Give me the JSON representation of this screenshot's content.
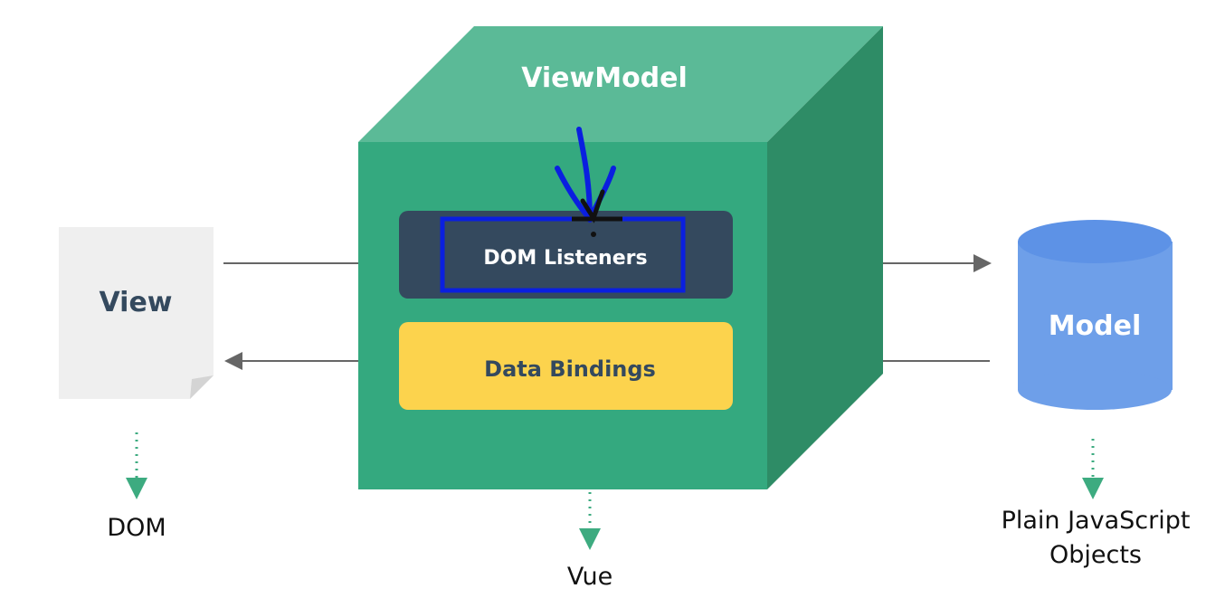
{
  "cube": {
    "title": "ViewModel",
    "caption": "Vue",
    "top_color": "#5bba97",
    "front_color": "#34a97f",
    "side_color": "#2e8c66"
  },
  "dom_listeners": {
    "label": "DOM Listeners",
    "bg_color": "#34495e",
    "highlight_color": "#0a1fe0"
  },
  "data_bindings": {
    "label": "Data Bindings",
    "bg_color": "#fcd34d",
    "text_color": "#34495e"
  },
  "view": {
    "label": "View",
    "caption": "DOM",
    "paper_color": "#efefef",
    "fold_color": "#d4d4d4",
    "text_color": "#34495e"
  },
  "model": {
    "label": "Model",
    "caption_lines": [
      "Plain JavaScript",
      "Objects"
    ],
    "body_color": "#6e9fe9",
    "top_color": "#5d92e6"
  },
  "connectors": {
    "line_color": "#666666",
    "dot_color": "#3dab80"
  },
  "annotation": {
    "arrow_color": "#0a1fe0"
  }
}
